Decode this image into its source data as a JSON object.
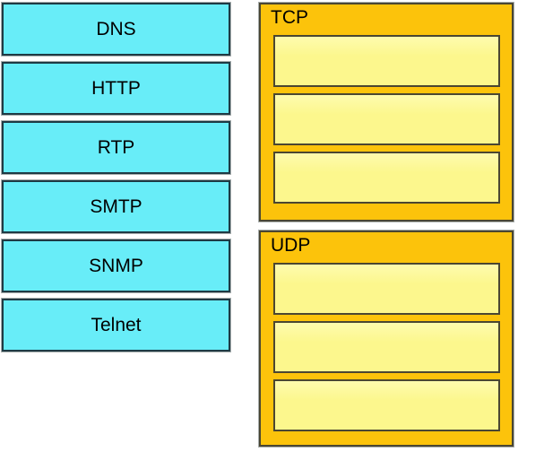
{
  "palette": {
    "background": "#FFFFFF",
    "source_fill": "#68EDF8",
    "source_border": "#1E3A44",
    "group_fill": "#FCC30B",
    "group_border": "#4A4632",
    "slot_fill": "#FCF78D",
    "slot_border": "#4A4632",
    "edge_gray": "#A8ADAD",
    "text_color": "#000000"
  },
  "source_items": [
    {
      "label": "DNS"
    },
    {
      "label": "HTTP"
    },
    {
      "label": "RTP"
    },
    {
      "label": "SMTP"
    },
    {
      "label": "SNMP"
    },
    {
      "label": "Telnet"
    }
  ],
  "targets": [
    {
      "label": "TCP",
      "slots": [
        "",
        "",
        ""
      ]
    },
    {
      "label": "UDP",
      "slots": [
        "",
        "",
        ""
      ]
    }
  ]
}
